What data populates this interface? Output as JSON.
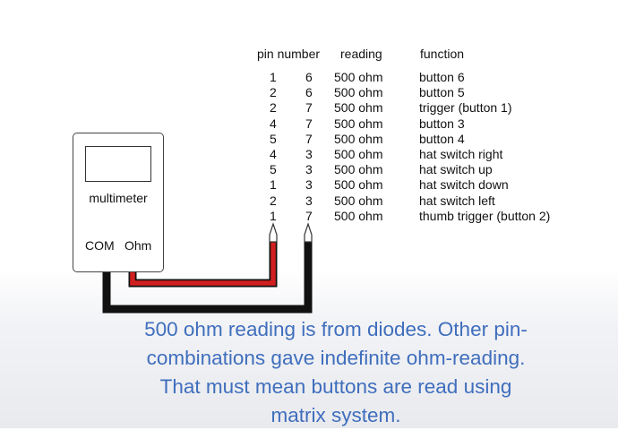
{
  "header": {
    "pin_number": "pin number",
    "reading": "reading",
    "function": "function"
  },
  "rows": [
    {
      "pin_a": "1",
      "pin_b": "6",
      "reading": "500 ohm",
      "function": "button 6"
    },
    {
      "pin_a": "2",
      "pin_b": "6",
      "reading": "500 ohm",
      "function": "button 5"
    },
    {
      "pin_a": "2",
      "pin_b": "7",
      "reading": "500 ohm",
      "function": "trigger (button 1)"
    },
    {
      "pin_a": "4",
      "pin_b": "7",
      "reading": "500 ohm",
      "function": "button 3"
    },
    {
      "pin_a": "5",
      "pin_b": "7",
      "reading": "500 ohm",
      "function": "button 4"
    },
    {
      "pin_a": "4",
      "pin_b": "3",
      "reading": "500 ohm",
      "function": "hat switch right"
    },
    {
      "pin_a": "5",
      "pin_b": "3",
      "reading": "500 ohm",
      "function": "hat switch up"
    },
    {
      "pin_a": "1",
      "pin_b": "3",
      "reading": "500 ohm",
      "function": "hat switch down"
    },
    {
      "pin_a": "2",
      "pin_b": "3",
      "reading": "500 ohm",
      "function": "hat switch left"
    },
    {
      "pin_a": "1",
      "pin_b": "7",
      "reading": "500 ohm",
      "function": "thumb trigger (button 2)"
    }
  ],
  "multimeter": {
    "label": "multimeter",
    "com_port": "COM",
    "ohm_port": "Ohm"
  },
  "wires": {
    "black_color": "#111111",
    "red_color": "#d11f1f"
  },
  "caption": {
    "lines": [
      "500 ohm reading is from diodes. Other pin-",
      "combinations gave indefinite ohm-reading.",
      "That must mean buttons are read using",
      "matrix system."
    ],
    "color": "#3f6ebd"
  }
}
